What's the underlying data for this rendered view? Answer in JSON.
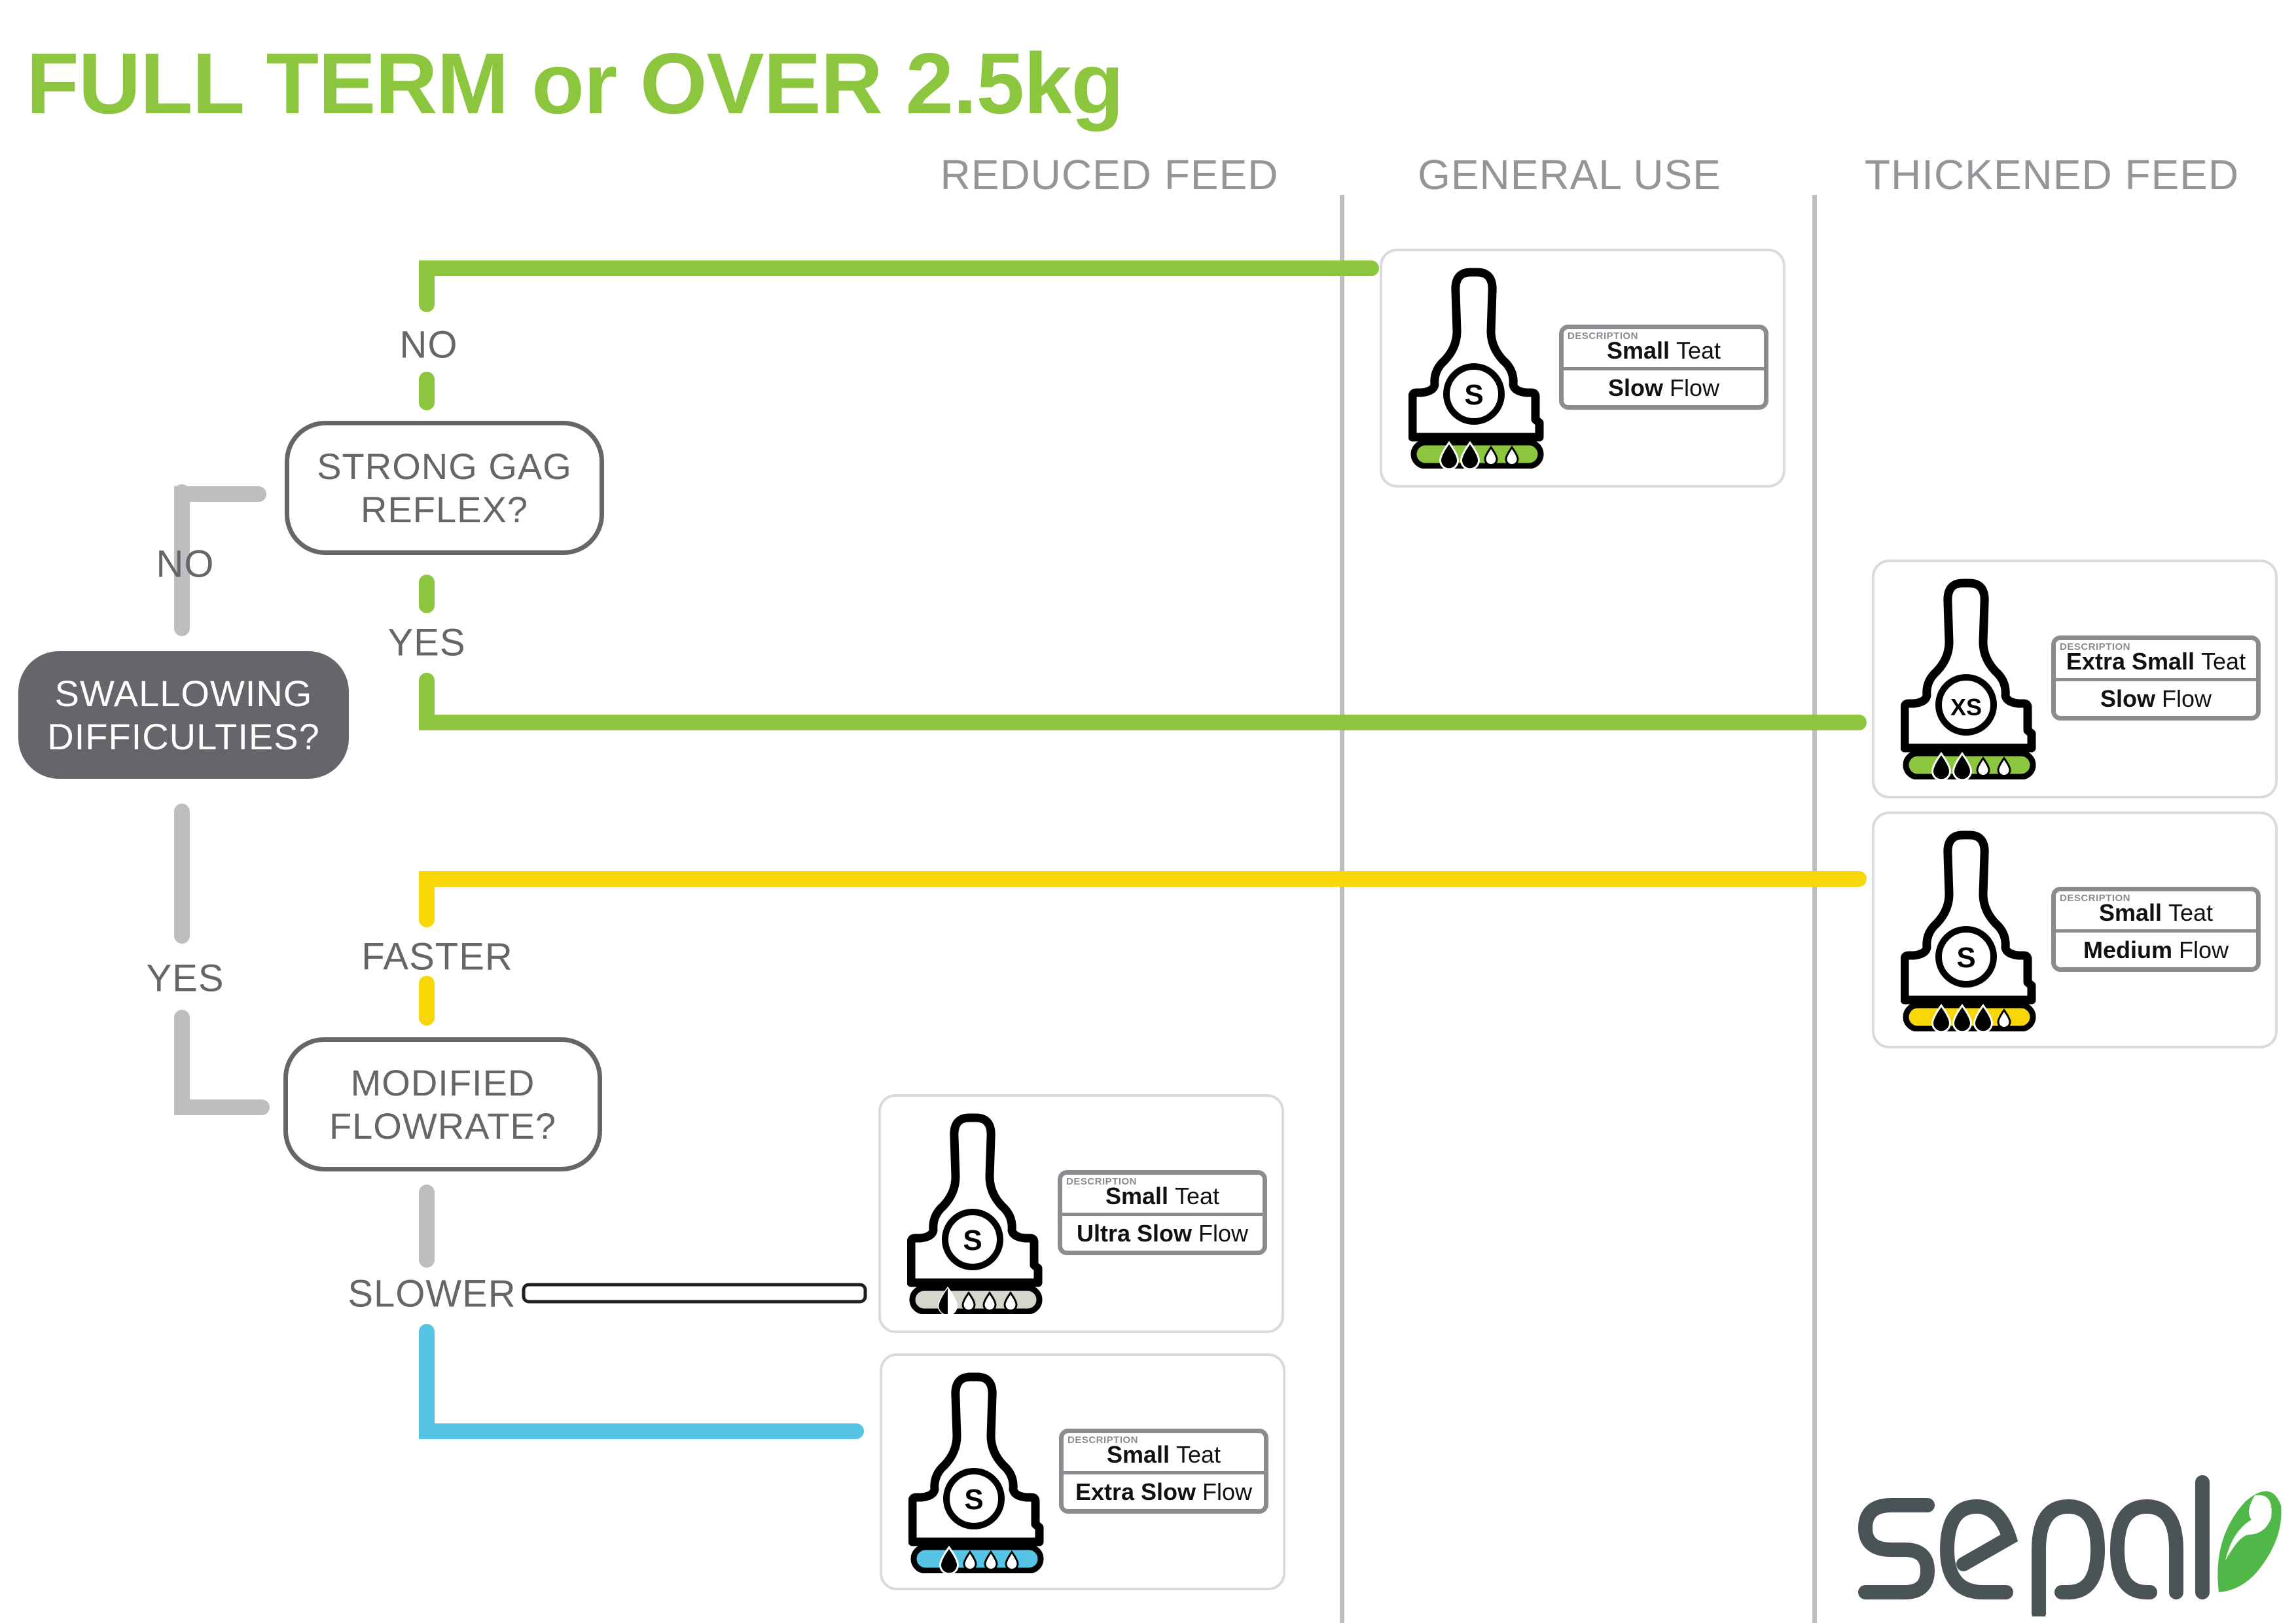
{
  "title": "FULL TERM or OVER 2.5kg",
  "columns": [
    {
      "id": "reduced",
      "label": "REDUCED FEED"
    },
    {
      "id": "general",
      "label": "GENERAL USE"
    },
    {
      "id": "thickened",
      "label": "THICKENED FEED"
    }
  ],
  "questions": {
    "swallowing": {
      "line1": "SWALLOWING",
      "line2": "DIFFICULTIES?"
    },
    "gag": {
      "line1": "STRONG GAG",
      "line2": "REFLEX?"
    },
    "flowrate": {
      "line1": "MODIFIED",
      "line2": "FLOWRATE?"
    }
  },
  "branch_labels": {
    "swallowing_no": "NO",
    "swallowing_yes": "YES",
    "gag_no": "NO",
    "gag_yes": "YES",
    "flow_faster": "FASTER",
    "flow_slower": "SLOWER"
  },
  "colors": {
    "brand_green": "#8cc63f",
    "title_green": "#8cc63f",
    "neutral_gray": "#bcbec0",
    "text_gray": "#646669",
    "header_gray": "#939598",
    "faster_yellow": "#f7d708",
    "slower_blue": "#56c5e5",
    "ultra_slow_gray": "#d6d6cc",
    "logo_dark": "#4a5456",
    "logo_green": "#4fb848"
  },
  "description_label": "DESCRIPTION",
  "products": [
    {
      "id": "general-small-slow",
      "column": "GENERAL USE",
      "size_badge": "S",
      "teat_bold": "Small",
      "teat_regular": "Teat",
      "flow_bold": "Slow",
      "flow_regular": "Flow",
      "flow_color": "#8cc63f",
      "drops_filled": 2,
      "drops_total": 4
    },
    {
      "id": "thickened-xs-slow",
      "column": "THICKENED FEED",
      "size_badge": "XS",
      "teat_bold": "Extra Small",
      "teat_regular": "Teat",
      "flow_bold": "Slow",
      "flow_regular": "Flow",
      "flow_color": "#8cc63f",
      "drops_filled": 2,
      "drops_total": 4
    },
    {
      "id": "thickened-small-medium",
      "column": "THICKENED FEED",
      "size_badge": "S",
      "teat_bold": "Small",
      "teat_regular": "Teat",
      "flow_bold": "Medium",
      "flow_regular": "Flow",
      "flow_color": "#f7d708",
      "drops_filled": 3,
      "drops_total": 4
    },
    {
      "id": "reduced-small-ultraslow",
      "column": "REDUCED FEED",
      "size_badge": "S",
      "teat_bold": "Small",
      "teat_regular": "Teat",
      "flow_bold": "Ultra Slow",
      "flow_regular": "Flow",
      "flow_color": "#d6d6cc",
      "drops_filled": 0.5,
      "drops_total": 4
    },
    {
      "id": "reduced-small-extraslow",
      "column": "REDUCED FEED",
      "size_badge": "S",
      "teat_bold": "Small",
      "teat_regular": "Teat",
      "flow_bold": "Extra Slow",
      "flow_regular": "Flow",
      "flow_color": "#56c5e5",
      "drops_filled": 1,
      "drops_total": 4
    }
  ],
  "logo": {
    "text": "sepal",
    "icon": "leaf-icon"
  }
}
